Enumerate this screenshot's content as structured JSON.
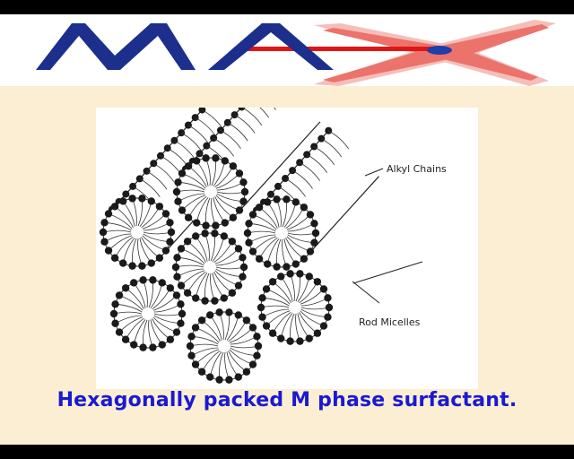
{
  "logo": {
    "text": "MAX",
    "colors": {
      "letters": "#1c2f8c",
      "beam": "#e01616",
      "dot": "#1e3ea8"
    }
  },
  "diagram": {
    "labels": {
      "alkyl": "Alkyl Chains",
      "micelles": "Rod Micelles"
    }
  },
  "caption": "Hexagonally packed M phase surfactant."
}
